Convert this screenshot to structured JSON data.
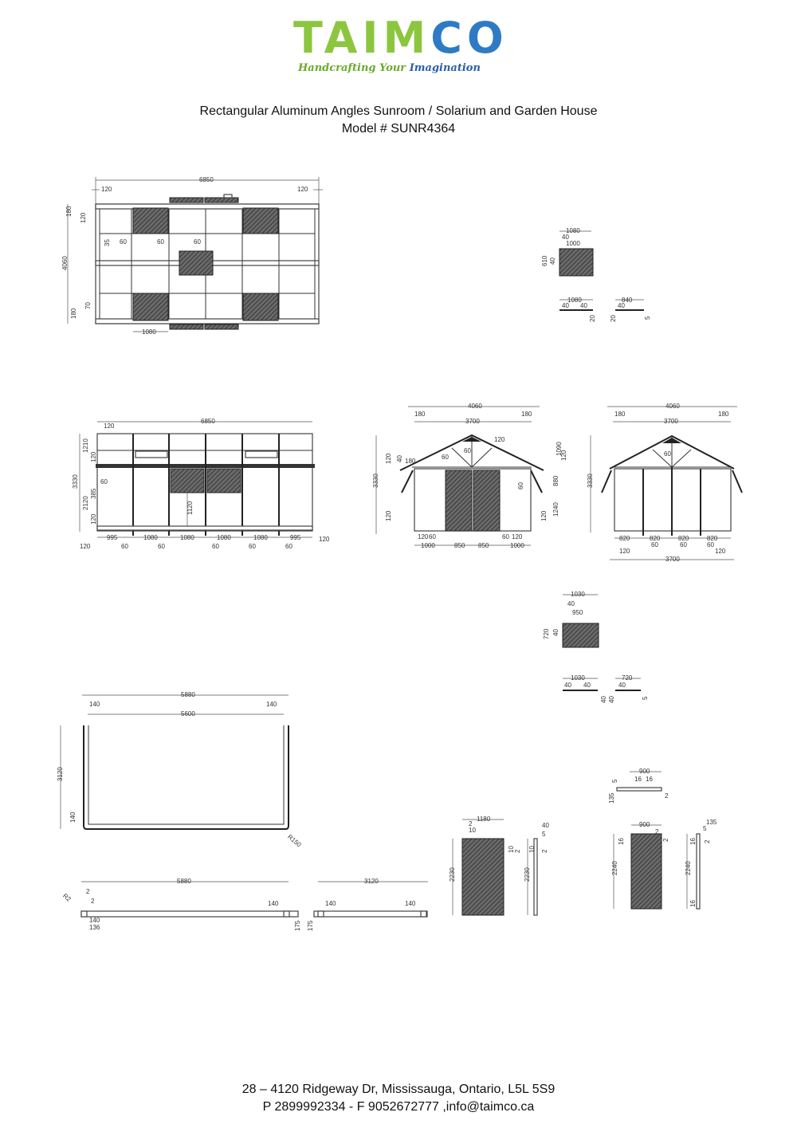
{
  "logo": {
    "word_green": "TAIM",
    "word_blue": "CO",
    "tagline_green": "Handcrafting Your ",
    "tagline_blue": "Imagination",
    "colors": {
      "green": "#8cc63f",
      "blue": "#2e7bc4"
    }
  },
  "header": {
    "title": "Rectangular Aluminum Angles Sunroom / Solarium and Garden House",
    "model": "Model # SUNR4364"
  },
  "drawings": {
    "roof_plan": {
      "overall_width": "6850",
      "left_offset": "120",
      "right_offset": "120",
      "overall_depth": "4060",
      "top_180": "180",
      "top_120": "120",
      "dim_35": "35",
      "gap_1": "60",
      "gap_2": "60",
      "gap_3": "60",
      "bottom_180": "180",
      "bottom_70": "70",
      "panel_width": "1080"
    },
    "roof_vent": {
      "outer_width": "1080",
      "inner_offset": "40",
      "inner_width": "1000",
      "height": "610",
      "dim_40": "40",
      "profile_a_width": "1080",
      "profile_a_left": "40",
      "profile_a_right": "40",
      "profile_a_h1": "20",
      "profile_b_width": "840",
      "profile_b_offset": "40",
      "profile_b_h1": "20",
      "profile_b_h2": "5"
    },
    "front_elevation": {
      "overall_width": "6850",
      "left_offset": "120",
      "overall_height": "3330",
      "upper_height": "1210",
      "upper_120": "120",
      "lower_height": "2120",
      "dim_60": "60",
      "dim_385": "385",
      "bottom_120": "120",
      "window_sill": "1120",
      "bays": [
        "995",
        "1080",
        "1080",
        "1080",
        "1080",
        "995"
      ],
      "mullions": [
        "60",
        "60",
        "60",
        "60",
        "60"
      ],
      "edge_left": "120",
      "edge_right": "120"
    },
    "side_elevation_door": {
      "overall_width": "4060",
      "eave_left": "180",
      "eave_right": "180",
      "wall_width": "3700",
      "overall_height": "3330",
      "ridge_height": "1090",
      "eave_120_left": "120",
      "eave_40": "40",
      "gutter_180": "180",
      "truss_60a": "60",
      "truss_60b": "60",
      "truss_120": "120",
      "mid_880": "880",
      "lower_1240": "1240",
      "left_120": "120",
      "right_120": "120",
      "right_60": "60",
      "eave_120_right": "120",
      "base_left": "120",
      "base_60": "60",
      "bays": [
        "1000",
        "850",
        "850",
        "1000"
      ],
      "base_right_60": "60",
      "base_right_120": "120"
    },
    "side_elevation_rear": {
      "overall_width": "4060",
      "eave_left": "180",
      "eave_right": "180",
      "wall_width": "3700",
      "overall_height": "3330",
      "truss_60": "60",
      "bays": [
        "820",
        "820",
        "820",
        "820"
      ],
      "mullions": [
        "60",
        "60",
        "60"
      ],
      "edge_left": "120",
      "edge_right": "120",
      "base_width": "3700"
    },
    "side_vent": {
      "outer_width": "1030",
      "inner_offset": "40",
      "inner_width": "950",
      "height": "720",
      "dim_40": "40",
      "profile_a_width": "1030",
      "profile_a_left": "40",
      "profile_a_right": "40",
      "profile_a_h1": "40",
      "profile_a_h2": "40",
      "profile_b_width": "720",
      "profile_b_offset": "40",
      "profile_b_h": "5"
    },
    "base_frame": {
      "outer_width": "5880",
      "left_140": "140",
      "right_140": "140",
      "inner_width": "5600",
      "depth": "3120",
      "bottom_140": "140",
      "corner_radius": "R150"
    },
    "base_rails": {
      "long_length": "5880",
      "dim_2a": "2",
      "dim_2b": "2",
      "radius": "R2",
      "long_140": "140",
      "long_140_bottom": "140",
      "long_136": "136",
      "long_height": "175",
      "short_length": "3120",
      "short_height": "175",
      "short_140_left": "140",
      "short_140_right": "140"
    },
    "glass_panel": {
      "width": "1180",
      "dim_2": "2",
      "dim_10": "10",
      "height": "2230",
      "right_10": "10",
      "right_2": "2",
      "profile_40": "40",
      "profile_5": "5",
      "profile_10": "10",
      "profile_2": "2",
      "profile_height": "2230"
    },
    "door_panel": {
      "top_width": "900",
      "top_16a": "16",
      "top_16b": "16",
      "top_5": "5",
      "top_135": "135",
      "top_2": "2",
      "width": "900",
      "dim_2": "2",
      "dim_2b": "2",
      "top_16": "16",
      "height": "2240",
      "profile_135": "135",
      "profile_5": "5",
      "profile_16": "16",
      "profile_2": "2",
      "profile_height": "2240",
      "profile_16_bottom": "16"
    }
  },
  "footer": {
    "address": "28 – 4120 Ridgeway Dr, Mississauga, Ontario, L5L 5S9",
    "contact": "P 2899992334 - F 9052672777 ,info@taimco.ca"
  }
}
